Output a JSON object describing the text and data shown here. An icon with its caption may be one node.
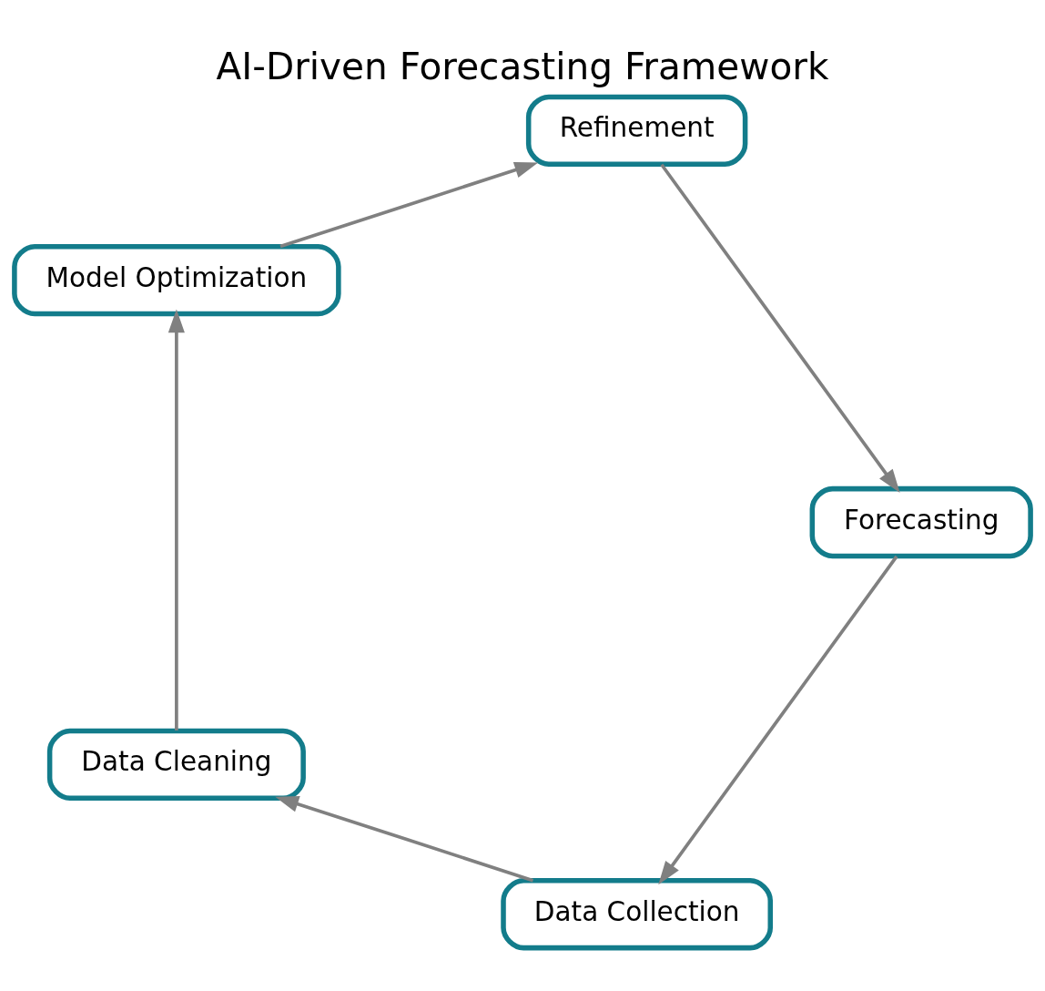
{
  "diagram": {
    "title": "AI-Driven Forecasting Framework",
    "nodes": [
      {
        "text": [
          "Data Collection"
        ]
      },
      {
        "text": [
          "Data Cleaning"
        ]
      },
      {
        "text": [
          "Model Optimization"
        ]
      },
      {
        "text": [
          "Refinement"
        ]
      },
      {
        "text": [
          "Forecasting"
        ]
      }
    ],
    "edges": [
      {
        "from": 0,
        "to": 1,
        "arrow": "to"
      },
      {
        "from": 1,
        "to": 2,
        "arrow": "to"
      },
      {
        "from": 2,
        "to": 3,
        "arrow": "to"
      },
      {
        "from": 3,
        "to": 4,
        "arrow": "to"
      },
      {
        "from": 4,
        "to": 0,
        "arrow": "to"
      }
    ]
  }
}
